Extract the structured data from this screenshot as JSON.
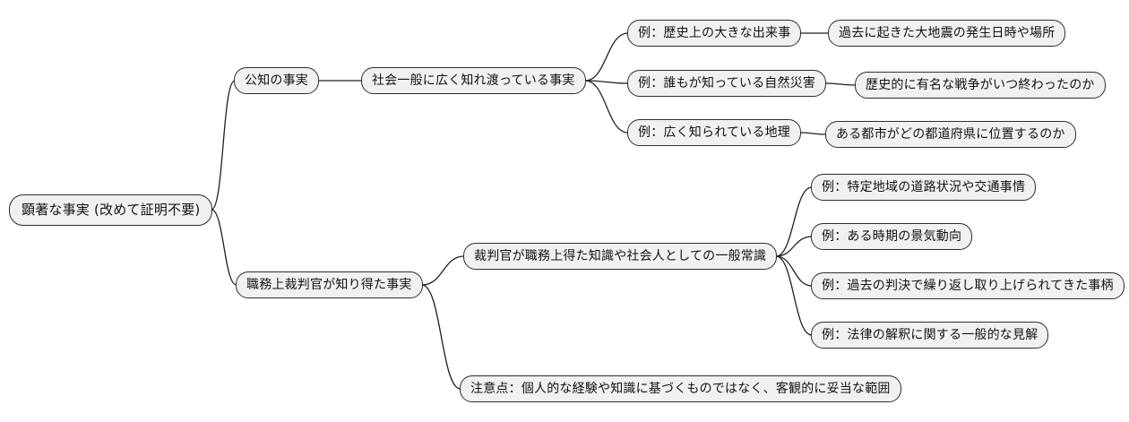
{
  "colors": {
    "background": "#ffffff",
    "node_fill": "#f1f1f1",
    "node_border": "#2d2d2d",
    "line": "#1f1f1f",
    "text": "#121212"
  },
  "mindmap": {
    "nodes": [
      {
        "id": "root",
        "parent": null,
        "label": "顕著な事実 (改めて証明不要)"
      },
      {
        "id": "kochi",
        "parent": "root",
        "label": "公知の事実"
      },
      {
        "id": "shakai",
        "parent": "kochi",
        "label": "社会一般に広く知れ渡っている事実"
      },
      {
        "id": "ex-rekishi",
        "parent": "shakai",
        "label": "例：歴史上の大きな出来事"
      },
      {
        "id": "jishin",
        "parent": "ex-rekishi",
        "label": "過去に起きた大地震の発生日時や場所"
      },
      {
        "id": "ex-saigai",
        "parent": "shakai",
        "label": "例：誰もが知っている自然災害"
      },
      {
        "id": "senso",
        "parent": "ex-saigai",
        "label": "歴史的に有名な戦争がいつ終わったのか"
      },
      {
        "id": "ex-chiri",
        "parent": "shakai",
        "label": "例：広く知られている地理"
      },
      {
        "id": "toshi",
        "parent": "ex-chiri",
        "label": "ある都市がどの都道府県に位置するのか"
      },
      {
        "id": "shokumu",
        "parent": "root",
        "label": "職務上裁判官が知り得た事実"
      },
      {
        "id": "chishiki",
        "parent": "shokumu",
        "label": "裁判官が職務上得た知識や社会人としての一般常識"
      },
      {
        "id": "ex-doro",
        "parent": "chishiki",
        "label": "例：特定地域の道路状況や交通事情"
      },
      {
        "id": "ex-keiki",
        "parent": "chishiki",
        "label": "例：ある時期の景気動向"
      },
      {
        "id": "ex-hanketsu",
        "parent": "chishiki",
        "label": "例：過去の判決で繰り返し取り上げられてきた事柄"
      },
      {
        "id": "ex-horitsu",
        "parent": "chishiki",
        "label": "例：法律の解釈に関する一般的な見解"
      },
      {
        "id": "chui",
        "parent": "shokumu",
        "label": "注意点：個人的な経験や知識に基づくものではなく、客観的に妥当な範囲"
      }
    ]
  }
}
